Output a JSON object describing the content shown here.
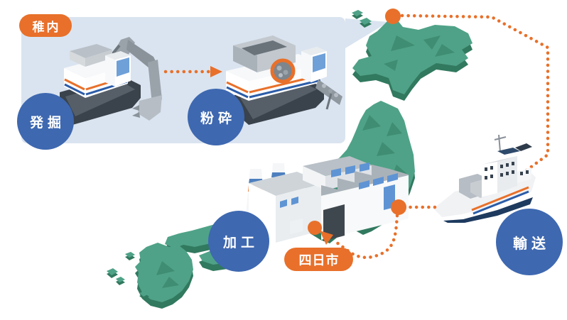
{
  "badges": {
    "origin": {
      "label": "稚内"
    },
    "destination": {
      "label": "四日市"
    }
  },
  "steps": [
    {
      "id": "excavation",
      "label": "発掘"
    },
    {
      "id": "crushing",
      "label": "粉砕"
    },
    {
      "id": "processing",
      "label": "加工"
    },
    {
      "id": "transport",
      "label": "輸送"
    }
  ],
  "icons": [
    {
      "name": "excavator-icon"
    },
    {
      "name": "crusher-machine-icon"
    },
    {
      "name": "factory-icon"
    },
    {
      "name": "cargo-ship-icon"
    },
    {
      "name": "japan-map-illustration"
    },
    {
      "name": "route-dot-marker"
    },
    {
      "name": "route-arrowhead"
    }
  ],
  "colors": {
    "accent_orange": "#E8702A",
    "step_circle_blue": "#3E68B0",
    "panel_blue": "#DAE4F0",
    "map_green_top": "#4FA287",
    "map_green_side": "#31795F",
    "map_green_facet": "#3F8D73",
    "navy": "#1E3A5F",
    "machine_gray": "#9AA2AA",
    "window_blue": "#6FA0D8"
  }
}
